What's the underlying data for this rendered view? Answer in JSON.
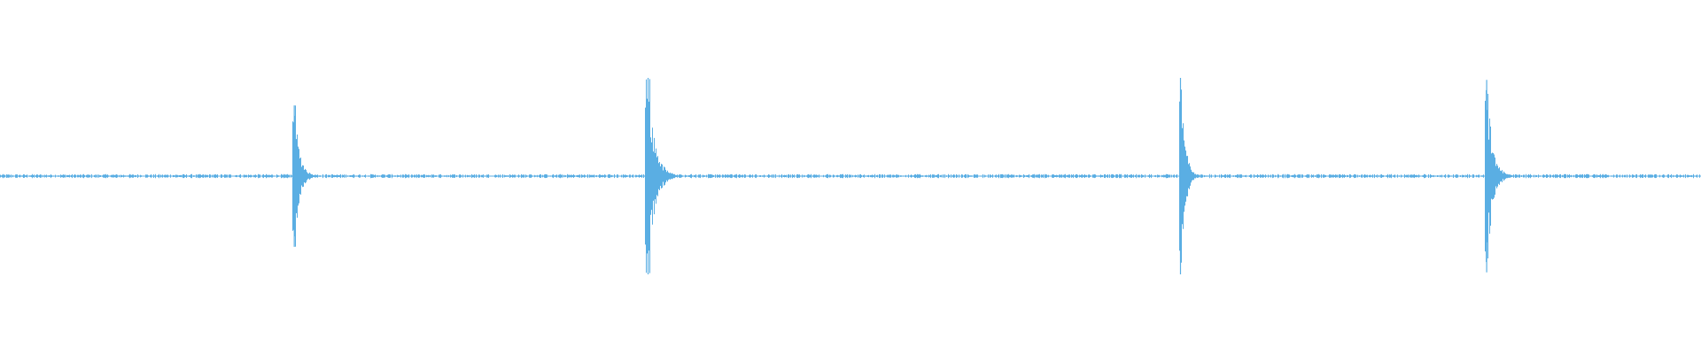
{
  "waveform": {
    "color": "#5aaee3",
    "background": "#ffffff",
    "duration_fraction_markers": "transients",
    "baseline_noise": 0.02,
    "transients": [
      {
        "position": 0.173,
        "peak_pos": 0.72,
        "peak_neg": 0.72,
        "decay": 0.012,
        "burst_width": 0.0012
      },
      {
        "position": 0.381,
        "peak_pos": 1.0,
        "peak_neg": 1.0,
        "decay": 0.016,
        "burst_width": 0.002
      },
      {
        "position": 0.694,
        "peak_pos": 1.0,
        "peak_neg": 1.0,
        "decay": 0.01,
        "burst_width": 0.0008
      },
      {
        "position": 0.874,
        "peak_pos": 0.98,
        "peak_neg": 0.98,
        "decay": 0.013,
        "burst_width": 0.0016
      }
    ]
  }
}
